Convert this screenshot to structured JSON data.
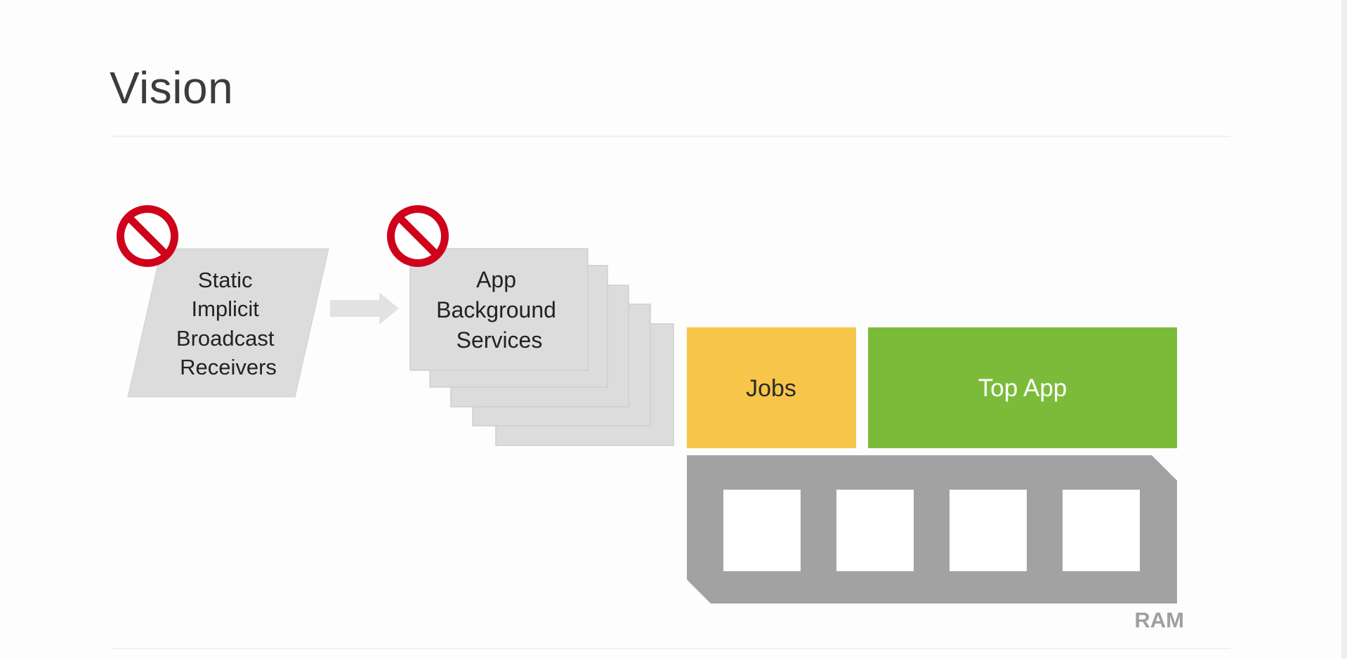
{
  "slide": {
    "title": "Vision"
  },
  "diagram": {
    "receivers": {
      "lines": [
        "Static",
        "Implicit",
        "Broadcast",
        "Receivers"
      ],
      "blocked": true
    },
    "services": {
      "lines": [
        "App",
        "Background",
        "Services"
      ],
      "blocked": true
    },
    "jobs": {
      "label": "Jobs"
    },
    "top_app": {
      "label": "Top App"
    },
    "ram": {
      "label": "RAM",
      "slot_count": 4
    },
    "colors": {
      "block_red": "#d0021b",
      "gray_box": "#dcdcdc",
      "gray_box_border": "#cfcfcf",
      "jobs_yellow": "#f7c54a",
      "top_app_green": "#7cbb3a",
      "ram_gray": "#a2a2a2"
    },
    "icons": {
      "blocked": "no-entry-icon",
      "flow": "right-arrow-icon"
    }
  }
}
